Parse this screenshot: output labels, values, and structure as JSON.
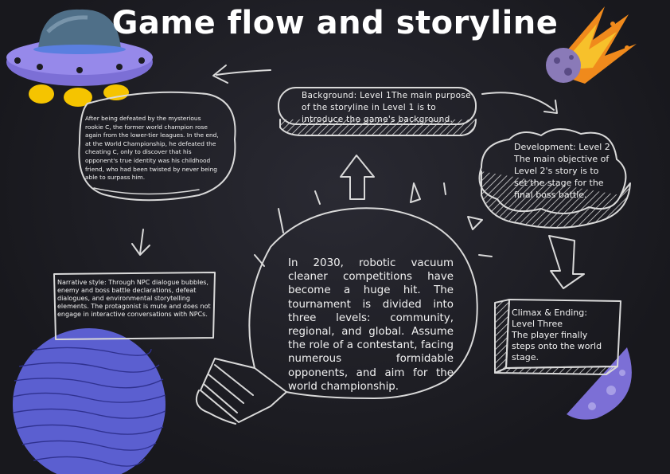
{
  "title": "Game flow and storyline",
  "story_intro": "After being defeated by the mysterious rookie C, the former world champion rose again from the lower-tier leagues. In the end, at the World Championship, he defeated the cheating C, only to discover that his opponent's true identity was his childhood friend, who had been twisted by never being able to surpass him.",
  "narrative_style": "Narrative style: Through NPC dialogue bubbles, enemy and boss battle declarations, defeat dialogues, and environmental storytelling elements. The protagonist is mute and does not engage in interactive conversations with NPCs.",
  "background": "Background: Level 1The main purpose of the storyline in Level 1 is to introduce the game's background.",
  "development": "Development: Level 2 The main objective of Level 2's story is to set the stage for the final boss battle.",
  "climax": {
    "heading": "Climax & Ending:",
    "level": "Level Three",
    "text": "The player finally steps onto the world stage."
  },
  "main_premise": "In 2030, robotic vacuum cleaner competitions have become a huge hit. The tournament is divided into three levels: community, regional, and global. Assume the role of a contestant, facing numerous formidable opponents, and aim for the world championship.",
  "icons": [
    "ufo-icon",
    "meteor-icon",
    "planet-icon",
    "moon-icon",
    "lightbulb-icon",
    "cloud-icon",
    "arrow-icon"
  ],
  "colors": {
    "background": "#1c1c22",
    "sketch": "#d9d9d9",
    "ufo_purple": "#7c6fd6",
    "meteor_orange": "#f08a1c",
    "planet_blue": "#5b5fd0"
  }
}
